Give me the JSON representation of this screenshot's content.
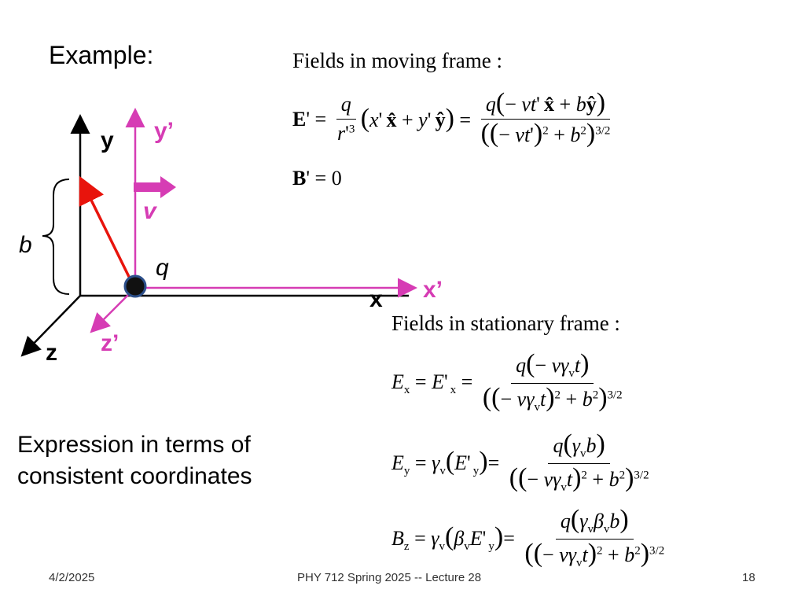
{
  "slide": {
    "title": "Example:",
    "section_moving": "Fields in moving frame :",
    "section_stationary": "Fields in stationary frame :",
    "description": [
      "Expression in terms of",
      "consistent coordinates"
    ]
  },
  "diagram": {
    "labels": {
      "y": "y",
      "y_prime": "y’",
      "x": "x",
      "x_prime": "x’",
      "z": "z",
      "z_prime": "z’",
      "v": "v",
      "b": "b",
      "q": "q"
    },
    "colors": {
      "prime_axes": "#d63cb4",
      "radius_vector": "#e8140c",
      "axes": "#000000"
    }
  },
  "equations": {
    "moving": {
      "E_prime": "E' = (q / r'³)(x' x̂ + y' ŷ) = q(−vt' x̂ + b ŷ) / ((−vt')² + b²)^(3/2)",
      "B_prime": "B' = 0"
    },
    "stationary": {
      "Ex": "Ex = E'x = q(−vγv t) / ((−vγv t)² + b²)^(3/2)",
      "Ey": "Ey = γv(E'y) = q(γv b) / ((−vγv t)² + b²)^(3/2)",
      "Bz": "Bz = γv(βv E'y) = q(γv βv b) / ((−vγv t)² + b²)^(3/2)"
    }
  },
  "footer": {
    "date": "4/2/2025",
    "course": "PHY 712  Spring 2025 -- Lecture 28",
    "page": "18"
  }
}
